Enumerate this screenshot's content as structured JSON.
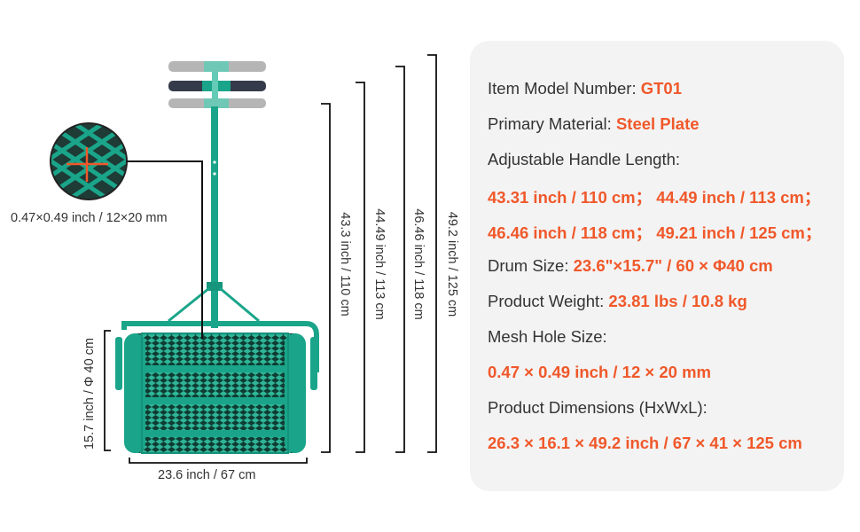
{
  "specs": {
    "model_label": "Item Model Number:",
    "model_value": "GT01",
    "material_label": "Primary Material:",
    "material_value": "Steel Plate",
    "handle_label": "Adjustable Handle Length:",
    "handle_line1": "43.31 inch / 110 cm；  44.49 inch / 113 cm；",
    "handle_line2": "46.46 inch / 118 cm；  49.21 inch / 125 cm；",
    "drum_label": "Drum Size:",
    "drum_value": "23.6\"×15.7\" / 60 × Φ40 cm",
    "weight_label": "Product Weight:",
    "weight_value": "23.81 lbs / 10.8 kg",
    "mesh_label": "Mesh Hole Size:",
    "mesh_value": "0.47 × 0.49 inch / 12 × 20 mm",
    "dims_label": "Product Dimensions (HxWxL):",
    "dims_value": "26.3 × 16.1 × 49.2 inch / 67 × 41 × 125 cm"
  },
  "figure": {
    "mesh_callout": "0.47×0.49 inch / 12×20 mm",
    "drum_height": "15.7 inch / Φ 40 cm",
    "drum_width": "23.6 inch / 67 cm",
    "handle_110": "43.3 inch / 110 cm",
    "handle_113": "44.49 inch / 113 cm",
    "handle_118": "46.46 inch / 118 cm",
    "handle_125": "49.2 inch / 125 cm"
  },
  "colors": {
    "accent": "#f0582a",
    "product_green": "#1aa58a",
    "text": "#333333",
    "card": "#f3f3f3"
  }
}
